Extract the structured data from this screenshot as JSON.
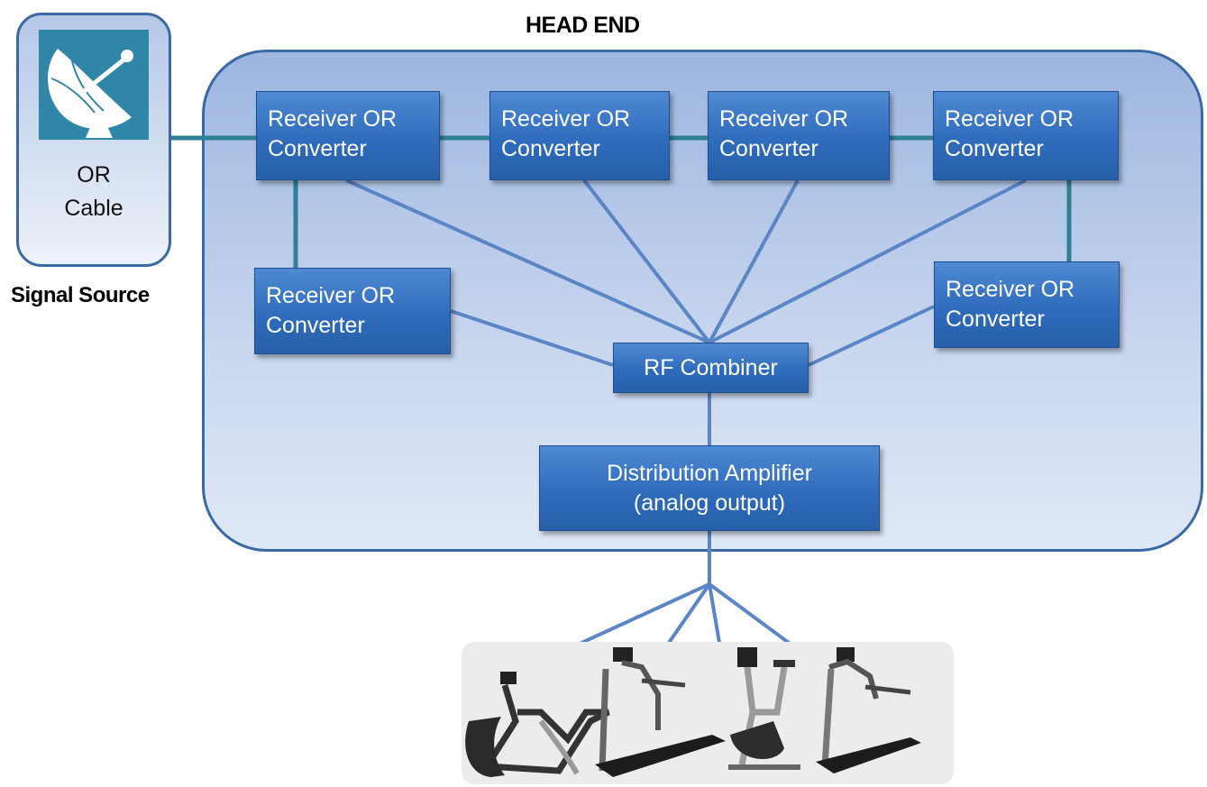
{
  "head_end_title": "HEAD END",
  "signal_source": {
    "label": "Signal Source",
    "line1": "OR",
    "line2": "Cable",
    "icon": "satellite-dish-icon"
  },
  "nodes": {
    "r1": {
      "line1": "Receiver OR",
      "line2": "Converter"
    },
    "r2": {
      "line1": "Receiver OR",
      "line2": "Converter"
    },
    "r3": {
      "line1": "Receiver OR",
      "line2": "Converter"
    },
    "r4": {
      "line1": "Receiver OR",
      "line2": "Converter"
    },
    "r5": {
      "line1": "Receiver OR",
      "line2": "Converter"
    },
    "r6": {
      "line1": "Receiver OR",
      "line2": "Converter"
    },
    "combiner": {
      "line1": "RF Combiner"
    },
    "amplifier": {
      "line1": "Distribution Amplifier",
      "line2": "(analog output)"
    }
  },
  "equipment": [
    "arc-trainer-icon",
    "treadmill-icon",
    "upright-bike-icon",
    "treadmill-icon"
  ],
  "colors": {
    "node_fill": "#2f6cbc",
    "panel_fill": "#c9d7ef",
    "panel_border": "#3a6aa3",
    "chain_line": "#2f7f95",
    "fan_line": "#5b85c4",
    "dish_tile": "#2f86a6"
  }
}
